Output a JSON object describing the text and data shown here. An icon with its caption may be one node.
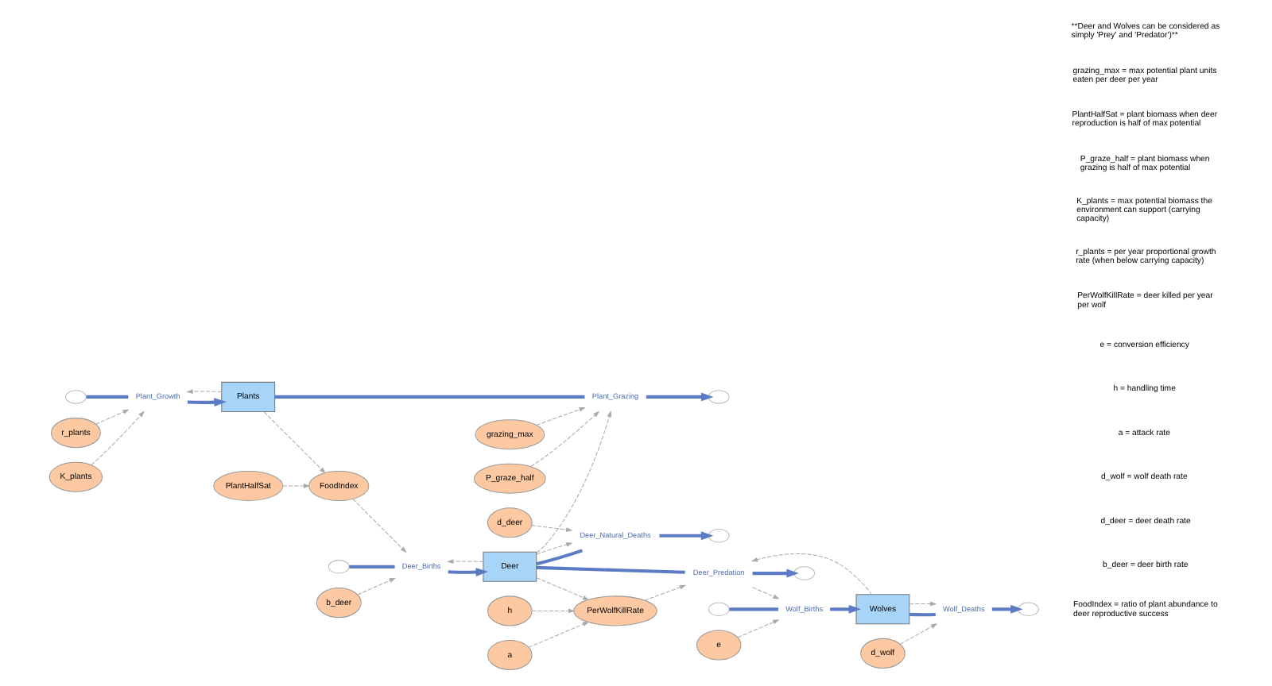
{
  "diagram": {
    "nodes": [
      {
        "text": [],
        "shape": "cloud"
      },
      {
        "text": [
          "Plant_Growth"
        ]
      },
      {
        "text": [
          "Plants"
        ]
      },
      {
        "text": [
          "Plant_Grazing"
        ]
      },
      {
        "text": [],
        "shape": "cloud"
      },
      {
        "text": [],
        "shape": "cloud"
      },
      {
        "text": [
          "Deer_Births"
        ]
      },
      {
        "text": [
          "Deer"
        ]
      },
      {
        "text": [
          "Deer_Predation"
        ]
      },
      {
        "text": [],
        "shape": "cloud"
      },
      {
        "text": [
          "Deer_Natural_Deaths"
        ]
      },
      {
        "text": [],
        "shape": "cloud"
      },
      {
        "text": [],
        "shape": "cloud"
      },
      {
        "text": [
          "Wolf_Births"
        ]
      },
      {
        "text": [
          "Wolves"
        ]
      },
      {
        "text": [
          "Wolf_Deaths"
        ]
      },
      {
        "text": [],
        "shape": "cloud"
      },
      {
        "text": [
          "r_plants"
        ]
      },
      {
        "text": [
          "K_plants"
        ]
      },
      {
        "text": [
          "grazing_max"
        ]
      },
      {
        "text": [
          "P_graze_half"
        ]
      },
      {
        "text": [
          "FoodIndex"
        ]
      },
      {
        "text": [
          "PlantHalfSat"
        ]
      },
      {
        "text": [
          "b_deer"
        ]
      },
      {
        "text": [
          "d_deer"
        ]
      },
      {
        "text": [
          "PerWolfKillRate"
        ]
      },
      {
        "text": [
          "a"
        ]
      },
      {
        "text": [
          "h"
        ]
      },
      {
        "text": [
          "e"
        ]
      },
      {
        "text": [
          "d_wolf"
        ]
      }
    ],
    "edges": [
      {
        "from": 0,
        "to": 1,
        "arrow": "none",
        "style": "thick",
        "color": "#5b7cc4"
      },
      {
        "from": 1,
        "to": 2,
        "arrow": "to",
        "style": "thick",
        "color": "#5b7cc4"
      },
      {
        "from": 2,
        "to": 3,
        "arrow": "none",
        "style": "thick",
        "color": "#5b7cc4"
      },
      {
        "from": 3,
        "to": 4,
        "arrow": "to",
        "style": "thick",
        "color": "#5b7cc4"
      },
      {
        "from": 5,
        "to": 6,
        "arrow": "none",
        "style": "thick",
        "color": "#5b7cc4"
      },
      {
        "from": 6,
        "to": 7,
        "arrow": "to",
        "style": "thick",
        "color": "#5b7cc4"
      },
      {
        "from": 7,
        "to": 8,
        "arrow": "none",
        "style": "thick",
        "color": "#5b7cc4"
      },
      {
        "from": 8,
        "to": 9,
        "arrow": "to",
        "style": "thick",
        "color": "#5b7cc4"
      },
      {
        "from": 7,
        "to": 10,
        "arrow": "none",
        "style": "thick",
        "color": "#5b7cc4"
      },
      {
        "from": 10,
        "to": 11,
        "arrow": "to",
        "style": "thick",
        "color": "#5b7cc4"
      },
      {
        "from": 12,
        "to": 13,
        "arrow": "none",
        "style": "thick",
        "color": "#5b7cc4"
      },
      {
        "from": 13,
        "to": 14,
        "arrow": "to",
        "style": "thick",
        "color": "#5b7cc4"
      },
      {
        "from": 14,
        "to": 15,
        "arrow": "none",
        "style": "thick",
        "color": "#5b7cc4"
      },
      {
        "from": 15,
        "to": 16,
        "arrow": "to",
        "style": "thick",
        "color": "#5b7cc4"
      },
      {
        "from": 17,
        "to": 1,
        "arrow": "to",
        "style": "dashed"
      },
      {
        "from": 18,
        "to": 1,
        "arrow": "to",
        "style": "dashed"
      },
      {
        "from": 2,
        "to": 1,
        "arrow": "to",
        "style": "dashed"
      },
      {
        "from": 2,
        "to": 21,
        "arrow": "to",
        "style": "dashed"
      },
      {
        "from": 22,
        "to": 21,
        "arrow": "to",
        "style": "dashed"
      },
      {
        "from": 21,
        "to": 6,
        "arrow": "to",
        "style": "dashed"
      },
      {
        "from": 23,
        "to": 6,
        "arrow": "to",
        "style": "dashed"
      },
      {
        "from": 7,
        "to": 6,
        "arrow": "to",
        "style": "dashed"
      },
      {
        "from": 19,
        "to": 3,
        "arrow": "to",
        "style": "dashed"
      },
      {
        "from": 20,
        "to": 3,
        "arrow": "to",
        "style": "dashed"
      },
      {
        "from": 7,
        "to": 3,
        "arrow": "to",
        "style": "dashed"
      },
      {
        "from": 26,
        "to": 25,
        "arrow": "to",
        "style": "dashed"
      },
      {
        "from": 27,
        "to": 25,
        "arrow": "to",
        "style": "dashed"
      },
      {
        "from": 7,
        "to": 25,
        "arrow": "to",
        "style": "dashed"
      },
      {
        "from": 25,
        "to": 8,
        "arrow": "to",
        "style": "dashed"
      },
      {
        "from": 14,
        "to": 8,
        "arrow": "to",
        "style": "dashed"
      },
      {
        "from": 8,
        "to": 13,
        "arrow": "to",
        "style": "dashed"
      },
      {
        "from": 28,
        "to": 13,
        "arrow": "to",
        "style": "dashed"
      },
      {
        "from": 24,
        "to": 10,
        "arrow": "to",
        "style": "dashed"
      },
      {
        "from": 7,
        "to": 10,
        "arrow": "to",
        "style": "dashed"
      },
      {
        "from": 29,
        "to": 15,
        "arrow": "to",
        "style": "dashed"
      },
      {
        "from": 14,
        "to": 15,
        "arrow": "to",
        "style": "dashed"
      }
    ],
    "labels": [
      "b_deer = deer birth rate",
      "d_deer = deer death rate",
      "d_wolf = wolf death rate",
      "a = attack rate",
      "h = handling time",
      "e = conversion efficiency",
      "PerWolfKillRate = deer killed per year per wolf",
      "FoodIndex = ratio of plant abundance to deer reproductive success",
      "r_plants = per year proportional growth rate (when below carrying capacity)",
      "K_plants = max potential biomass the environment can support (carrying capacity)",
      "P_graze_half = plant biomass when grazing is half of max potential",
      "PlantHalfSat = plant biomass when deer reproduction is half of max potential",
      "grazing_max = max potential plant units eaten per deer per year",
      "**Deer and Wolves can be considered as simply 'Prey' and 'Predator')**"
    ]
  }
}
